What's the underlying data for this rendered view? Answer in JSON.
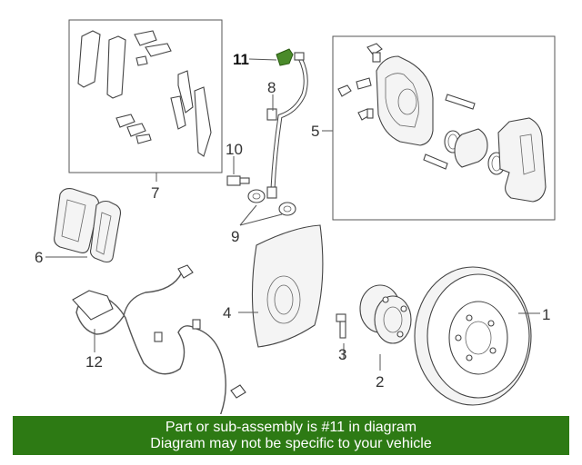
{
  "callouts": {
    "c1": "1",
    "c2": "2",
    "c3": "3",
    "c4": "4",
    "c5": "5",
    "c6": "6",
    "c7": "7",
    "c8": "8",
    "c9": "9",
    "c10": "10",
    "c11": "11",
    "c12": "12"
  },
  "highlight_color": "#4a8a2a",
  "banner": {
    "line1": "Part or sub-assembly is #11 in diagram",
    "line2": "Diagram may not be specific to your vehicle",
    "color": "#2d7a14"
  }
}
